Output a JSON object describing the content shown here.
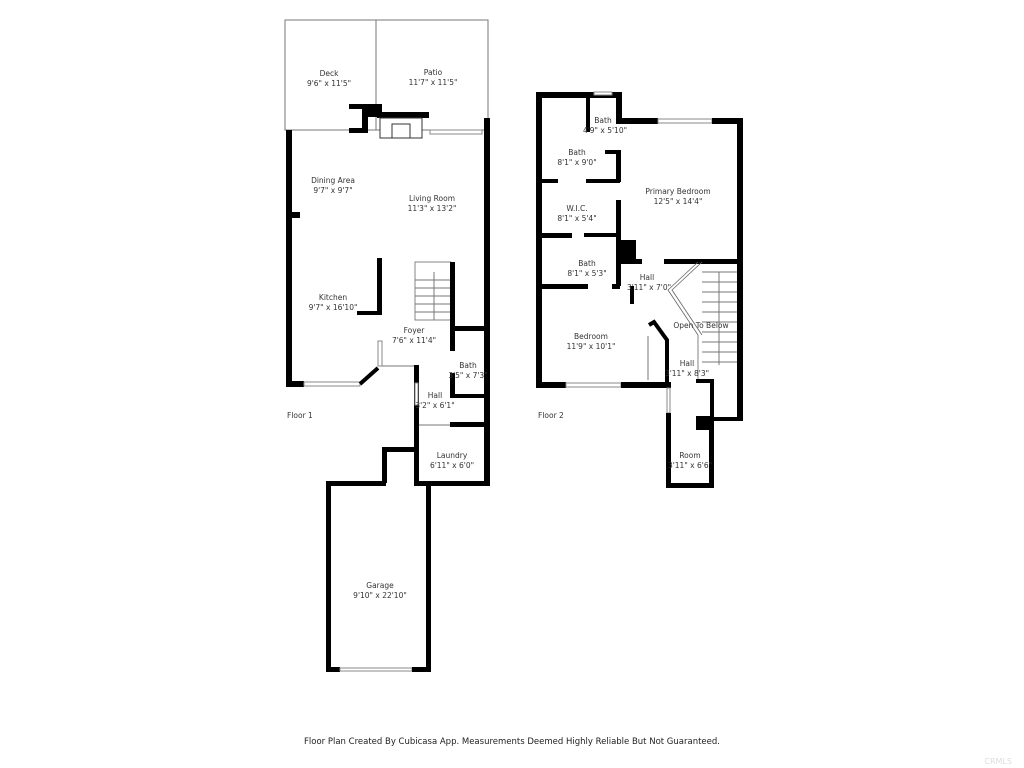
{
  "floor1": {
    "label": "Floor 1",
    "rooms": [
      {
        "name": "Deck",
        "size": "9'6\" x 11'5\""
      },
      {
        "name": "Patio",
        "size": "11'7\" x 11'5\""
      },
      {
        "name": "Dining Area",
        "size": "9'7\" x 9'7\""
      },
      {
        "name": "Living Room",
        "size": "11'3\" x 13'2\""
      },
      {
        "name": "Kitchen",
        "size": "9'7\" x 16'10\""
      },
      {
        "name": "Foyer",
        "size": "7'6\" x 11'4\""
      },
      {
        "name": "Bath",
        "size": "3'5\" x 7'3\""
      },
      {
        "name": "Hall",
        "size": "3'2\" x 6'1\""
      },
      {
        "name": "Laundry",
        "size": "6'11\" x 6'0\""
      },
      {
        "name": "Garage",
        "size": "9'10\" x 22'10\""
      }
    ]
  },
  "floor2": {
    "label": "Floor 2",
    "rooms": [
      {
        "name": "Bath",
        "size": "4'9\" x 5'10\""
      },
      {
        "name": "Bath",
        "size": "8'1\" x 9'0\""
      },
      {
        "name": "Primary Bedroom",
        "size": "12'5\" x 14'4\""
      },
      {
        "name": "W.I.C.",
        "size": "8'1\" x 5'4\""
      },
      {
        "name": "Bath",
        "size": "8'1\" x 5'3\""
      },
      {
        "name": "Hall",
        "size": "3'11\" x 7'0\""
      },
      {
        "name": "Open To Below",
        "size": ""
      },
      {
        "name": "Bedroom",
        "size": "11'9\" x 10'1\""
      },
      {
        "name": "Hall",
        "size": "3'11\" x 8'3\""
      },
      {
        "name": "Room",
        "size": "3'11\" x 6'6\""
      }
    ]
  },
  "footer": "Floor Plan Created By Cubicasa App. Measurements Deemed Highly Reliable But Not Guaranteed.",
  "watermark": "CRMLS"
}
